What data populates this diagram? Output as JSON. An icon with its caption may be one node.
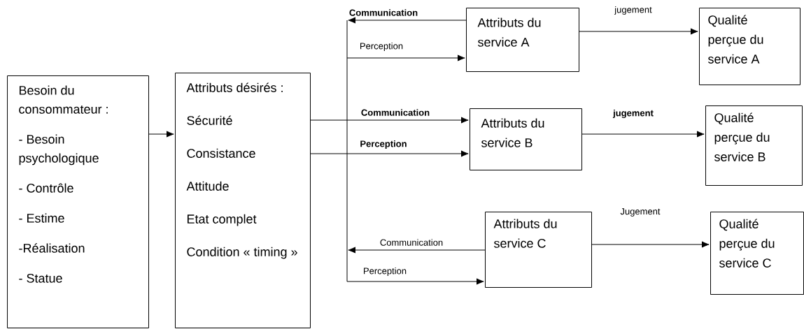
{
  "diagram": {
    "nodes": [
      {
        "text": [
          "Besoin du consommateur :",
          "- Besoin psychologique",
          "- Contrôle",
          "- Estime",
          "-Réalisation",
          "- Statue"
        ]
      },
      {
        "text": [
          "Attributs désirés :",
          "Sécurité",
          "Consistance",
          "Attitude",
          "Etat complet",
          "Condition « timing »"
        ]
      },
      {
        "text": [
          "Attributs du service A"
        ]
      },
      {
        "text": [
          "Qualité perçue du service A"
        ]
      },
      {
        "text": [
          "Attributs du service B"
        ]
      },
      {
        "text": [
          "Qualité perçue du service B"
        ]
      },
      {
        "text": [
          "Attributs du service C"
        ]
      },
      {
        "text": [
          "Qualité perçue du service C"
        ]
      }
    ],
    "edges": [
      {
        "from": 0,
        "to": 1,
        "arrow": "to"
      },
      {
        "from": 1,
        "to": 4,
        "arrow": "to",
        "label": "Communication"
      },
      {
        "from": 1,
        "to": 4,
        "arrow": "to",
        "label": "Perception"
      },
      {
        "from": 2,
        "to": null,
        "arrow": "to",
        "label": "Communication"
      },
      {
        "from": null,
        "to": 2,
        "arrow": "to",
        "label": "Perception"
      },
      {
        "from": 6,
        "to": null,
        "arrow": "to",
        "label": "Communication"
      },
      {
        "from": null,
        "to": 6,
        "arrow": "to",
        "label": "Perception"
      },
      {
        "from": 2,
        "to": 3,
        "arrow": "to",
        "label": "jugement"
      },
      {
        "from": 4,
        "to": 5,
        "arrow": "to",
        "label": "jugement"
      },
      {
        "from": 6,
        "to": 7,
        "arrow": "to",
        "label": "Jugement"
      }
    ]
  }
}
